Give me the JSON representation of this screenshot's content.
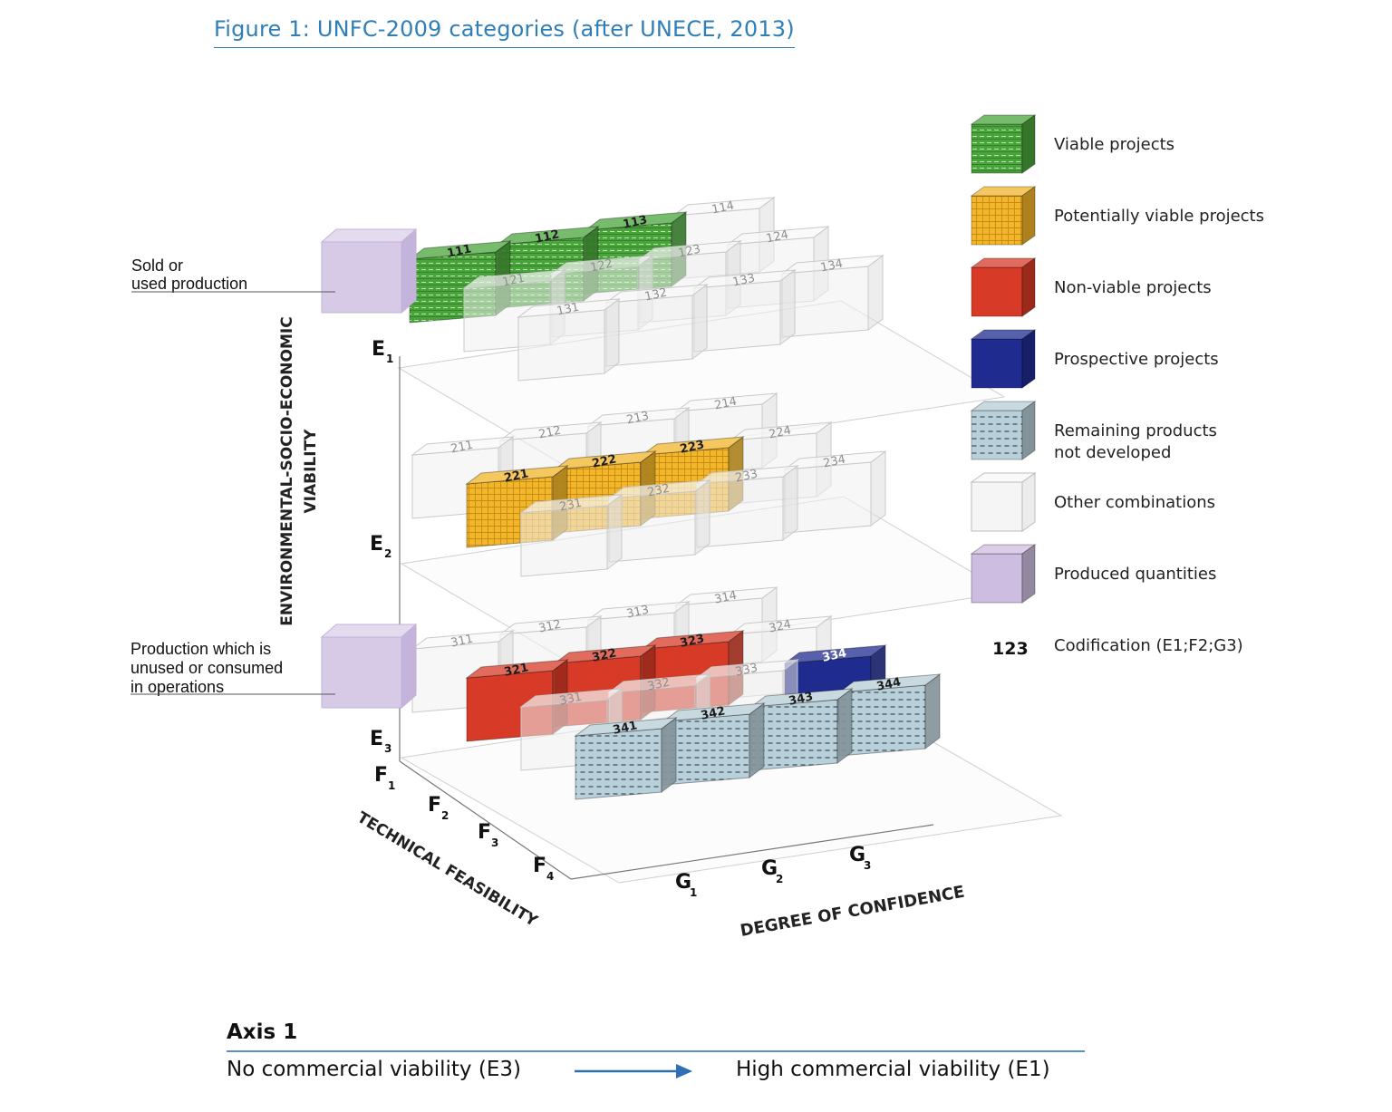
{
  "title": "Figure 1: UNFC-2009 categories (after UNECE, 2013)",
  "axes": {
    "vertical": [
      "ENVIRONMENTAL-SOCIO-ECONOMIC",
      "VIABILITY"
    ],
    "technical": "TECHNICAL FEASIBILITY",
    "confidence": "DEGREE OF CONFIDENCE",
    "e_levels": [
      {
        "main": "E",
        "sub": "1"
      },
      {
        "main": "E",
        "sub": "2"
      },
      {
        "main": "E",
        "sub": "3"
      }
    ],
    "f_levels": [
      {
        "main": "F",
        "sub": "1"
      },
      {
        "main": "F",
        "sub": "2"
      },
      {
        "main": "F",
        "sub": "3"
      },
      {
        "main": "F",
        "sub": "4"
      }
    ],
    "g_levels": [
      {
        "main": "G",
        "sub": "1"
      },
      {
        "main": "G",
        "sub": "2"
      },
      {
        "main": "G",
        "sub": "3"
      }
    ]
  },
  "side_labels": {
    "sold": [
      "Sold or",
      "used production"
    ],
    "unused": [
      "Production which is",
      "unused or consumed",
      "in operations"
    ]
  },
  "layers": [
    {
      "level": "E1",
      "cubes": [
        {
          "code": "111",
          "type": "viable"
        },
        {
          "code": "112",
          "type": "viable"
        },
        {
          "code": "113",
          "type": "viable"
        },
        {
          "code": "114",
          "type": "other"
        },
        {
          "code": "121",
          "type": "other"
        },
        {
          "code": "122",
          "type": "other"
        },
        {
          "code": "123",
          "type": "other"
        },
        {
          "code": "124",
          "type": "other"
        },
        {
          "code": "131",
          "type": "other"
        },
        {
          "code": "132",
          "type": "other"
        },
        {
          "code": "133",
          "type": "other"
        },
        {
          "code": "134",
          "type": "other"
        }
      ]
    },
    {
      "level": "E2",
      "cubes": [
        {
          "code": "211",
          "type": "other"
        },
        {
          "code": "212",
          "type": "other"
        },
        {
          "code": "213",
          "type": "other"
        },
        {
          "code": "214",
          "type": "other"
        },
        {
          "code": "221",
          "type": "potential"
        },
        {
          "code": "222",
          "type": "potential"
        },
        {
          "code": "223",
          "type": "potential"
        },
        {
          "code": "224",
          "type": "other"
        },
        {
          "code": "231",
          "type": "other"
        },
        {
          "code": "232",
          "type": "other"
        },
        {
          "code": "233",
          "type": "other"
        },
        {
          "code": "234",
          "type": "other"
        }
      ]
    },
    {
      "level": "E3",
      "cubes": [
        {
          "code": "311",
          "type": "other"
        },
        {
          "code": "312",
          "type": "other"
        },
        {
          "code": "313",
          "type": "other"
        },
        {
          "code": "314",
          "type": "other"
        },
        {
          "code": "321",
          "type": "nonviable"
        },
        {
          "code": "322",
          "type": "nonviable"
        },
        {
          "code": "323",
          "type": "nonviable"
        },
        {
          "code": "324",
          "type": "other"
        },
        {
          "code": "331",
          "type": "other"
        },
        {
          "code": "332",
          "type": "other"
        },
        {
          "code": "333",
          "type": "other"
        },
        {
          "code": "334",
          "type": "prospective"
        },
        {
          "code": "341",
          "type": "remaining"
        },
        {
          "code": "342",
          "type": "remaining"
        },
        {
          "code": "343",
          "type": "remaining"
        },
        {
          "code": "344",
          "type": "remaining"
        }
      ]
    }
  ],
  "legend": [
    {
      "key": "viable",
      "label": "Viable projects",
      "color": "#4aa43c"
    },
    {
      "key": "potential",
      "label": "Potentially viable projects",
      "color": "#f0b429"
    },
    {
      "key": "nonviable",
      "label": "Non-viable projects",
      "color": "#d73a26"
    },
    {
      "key": "prospective",
      "label": "Prospective projects",
      "color": "#1f2b8f"
    },
    {
      "key": "remaining",
      "label": "Remaining products not developed",
      "color": "#b6ccd6"
    },
    {
      "key": "other",
      "label": "Other combinations",
      "color": "#f1f1f1"
    },
    {
      "key": "produced",
      "label": "Produced quantities",
      "color": "#cdbde0"
    }
  ],
  "codification": {
    "number": "123",
    "label": "Codification (E1;F2;G3)"
  },
  "axis1": {
    "title": "Axis 1",
    "left": "No commercial viability (E3)",
    "right": "High commercial viability (E1)"
  }
}
